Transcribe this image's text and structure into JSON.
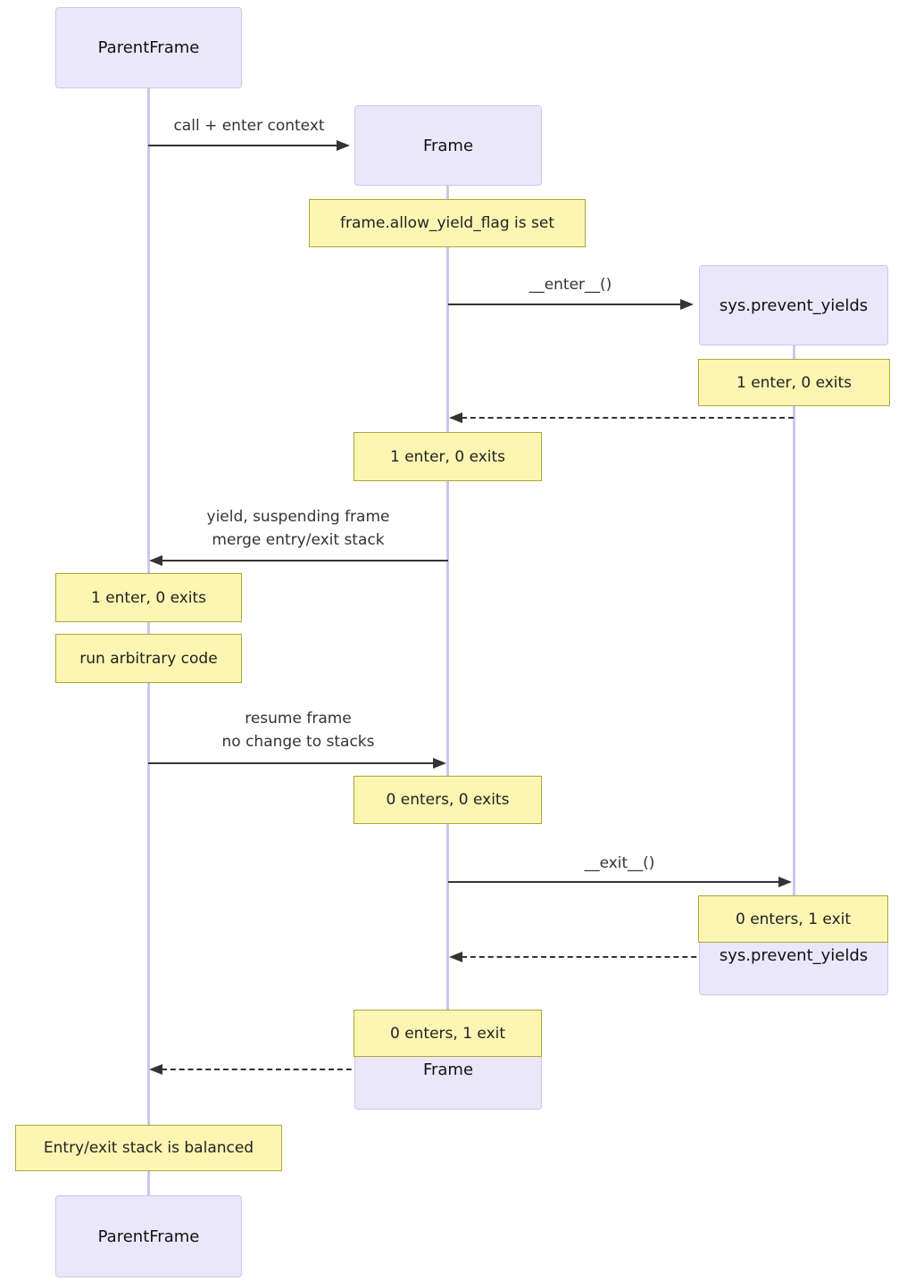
{
  "diagram_type": "sequence-diagram",
  "colors": {
    "actor_fill": "#ebe7fb",
    "actor_border": "#cdc6e8",
    "actor_text": "#111111",
    "note_fill": "#fdf6b3",
    "note_border": "#a8a839",
    "note_text": "#222222",
    "lifeline": "#cfc5ef",
    "arrow": "#333333",
    "msg_text": "#333333"
  },
  "actors": [
    {
      "name": "ParentFrame"
    },
    {
      "name": "Frame"
    },
    {
      "name": "sys.prevent_yields"
    }
  ],
  "messages": [
    {
      "label": "call + enter context",
      "style": "solid",
      "from": "ParentFrame",
      "to": "Frame"
    },
    {
      "label": "__enter__()",
      "style": "solid",
      "from": "Frame",
      "to": "sys.prevent_yields"
    },
    {
      "label": "",
      "style": "dashed",
      "from": "sys.prevent_yields",
      "to": "Frame"
    },
    {
      "line1": "yield, suspending frame",
      "line2": "merge entry/exit stack",
      "style": "solid",
      "from": "Frame",
      "to": "ParentFrame"
    },
    {
      "line1": "resume frame",
      "line2": "no change to stacks",
      "style": "solid",
      "from": "ParentFrame",
      "to": "Frame"
    },
    {
      "label": "__exit__()",
      "style": "solid",
      "from": "Frame",
      "to": "sys.prevent_yields"
    },
    {
      "label": "",
      "style": "dashed",
      "from": "sys.prevent_yields",
      "to": "Frame"
    },
    {
      "label": "",
      "style": "dashed",
      "from": "Frame",
      "to": "ParentFrame"
    }
  ],
  "notes": [
    {
      "text": "frame.allow_yield_flag is set",
      "over": "Frame"
    },
    {
      "text": "1 enter, 0 exits",
      "over": "sys.prevent_yields"
    },
    {
      "text": "1 enter, 0 exits",
      "over": "Frame"
    },
    {
      "text": "1 enter, 0 exits",
      "over": "ParentFrame"
    },
    {
      "text": "run arbitrary code",
      "over": "ParentFrame"
    },
    {
      "text": "0 enters, 0 exits",
      "over": "Frame"
    },
    {
      "text": "0 enters, 1 exit",
      "over": "sys.prevent_yields"
    },
    {
      "text": "0 enters, 1 exit",
      "over": "Frame"
    },
    {
      "text": "Entry/exit stack is balanced",
      "over": "ParentFrame"
    }
  ]
}
